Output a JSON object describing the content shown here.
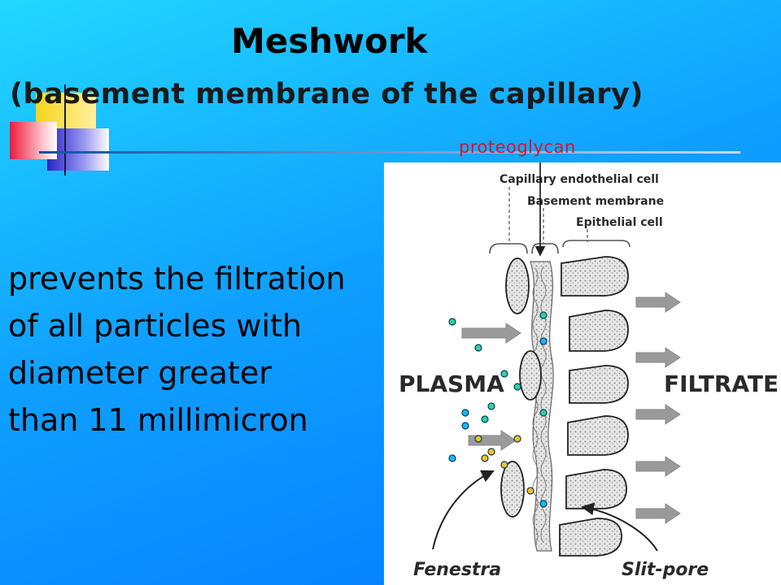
{
  "slide": {
    "title": "Meshwork",
    "subtitle": "(basement membrane of the capillary)",
    "callout_label": "proteoglycan",
    "body_lines": [
      "prevents the filtration",
      "of all particles with",
      "diameter greater",
      "than 11 millimicron"
    ]
  },
  "figure": {
    "labels": {
      "endothelial": "Capillary endothelial cell",
      "basement": "Basement membrane",
      "epithelial": "Epithelial cell",
      "plasma": "PLASMA",
      "filtrate": "FILTRATE",
      "fenestra": "Fenestra",
      "slit_pore": "Slit-pore"
    }
  },
  "colors": {
    "callout": "#e0102a",
    "particle_green": "#2bd49a",
    "particle_blue": "#1ab8f0",
    "particle_yellow": "#f5c21a"
  }
}
